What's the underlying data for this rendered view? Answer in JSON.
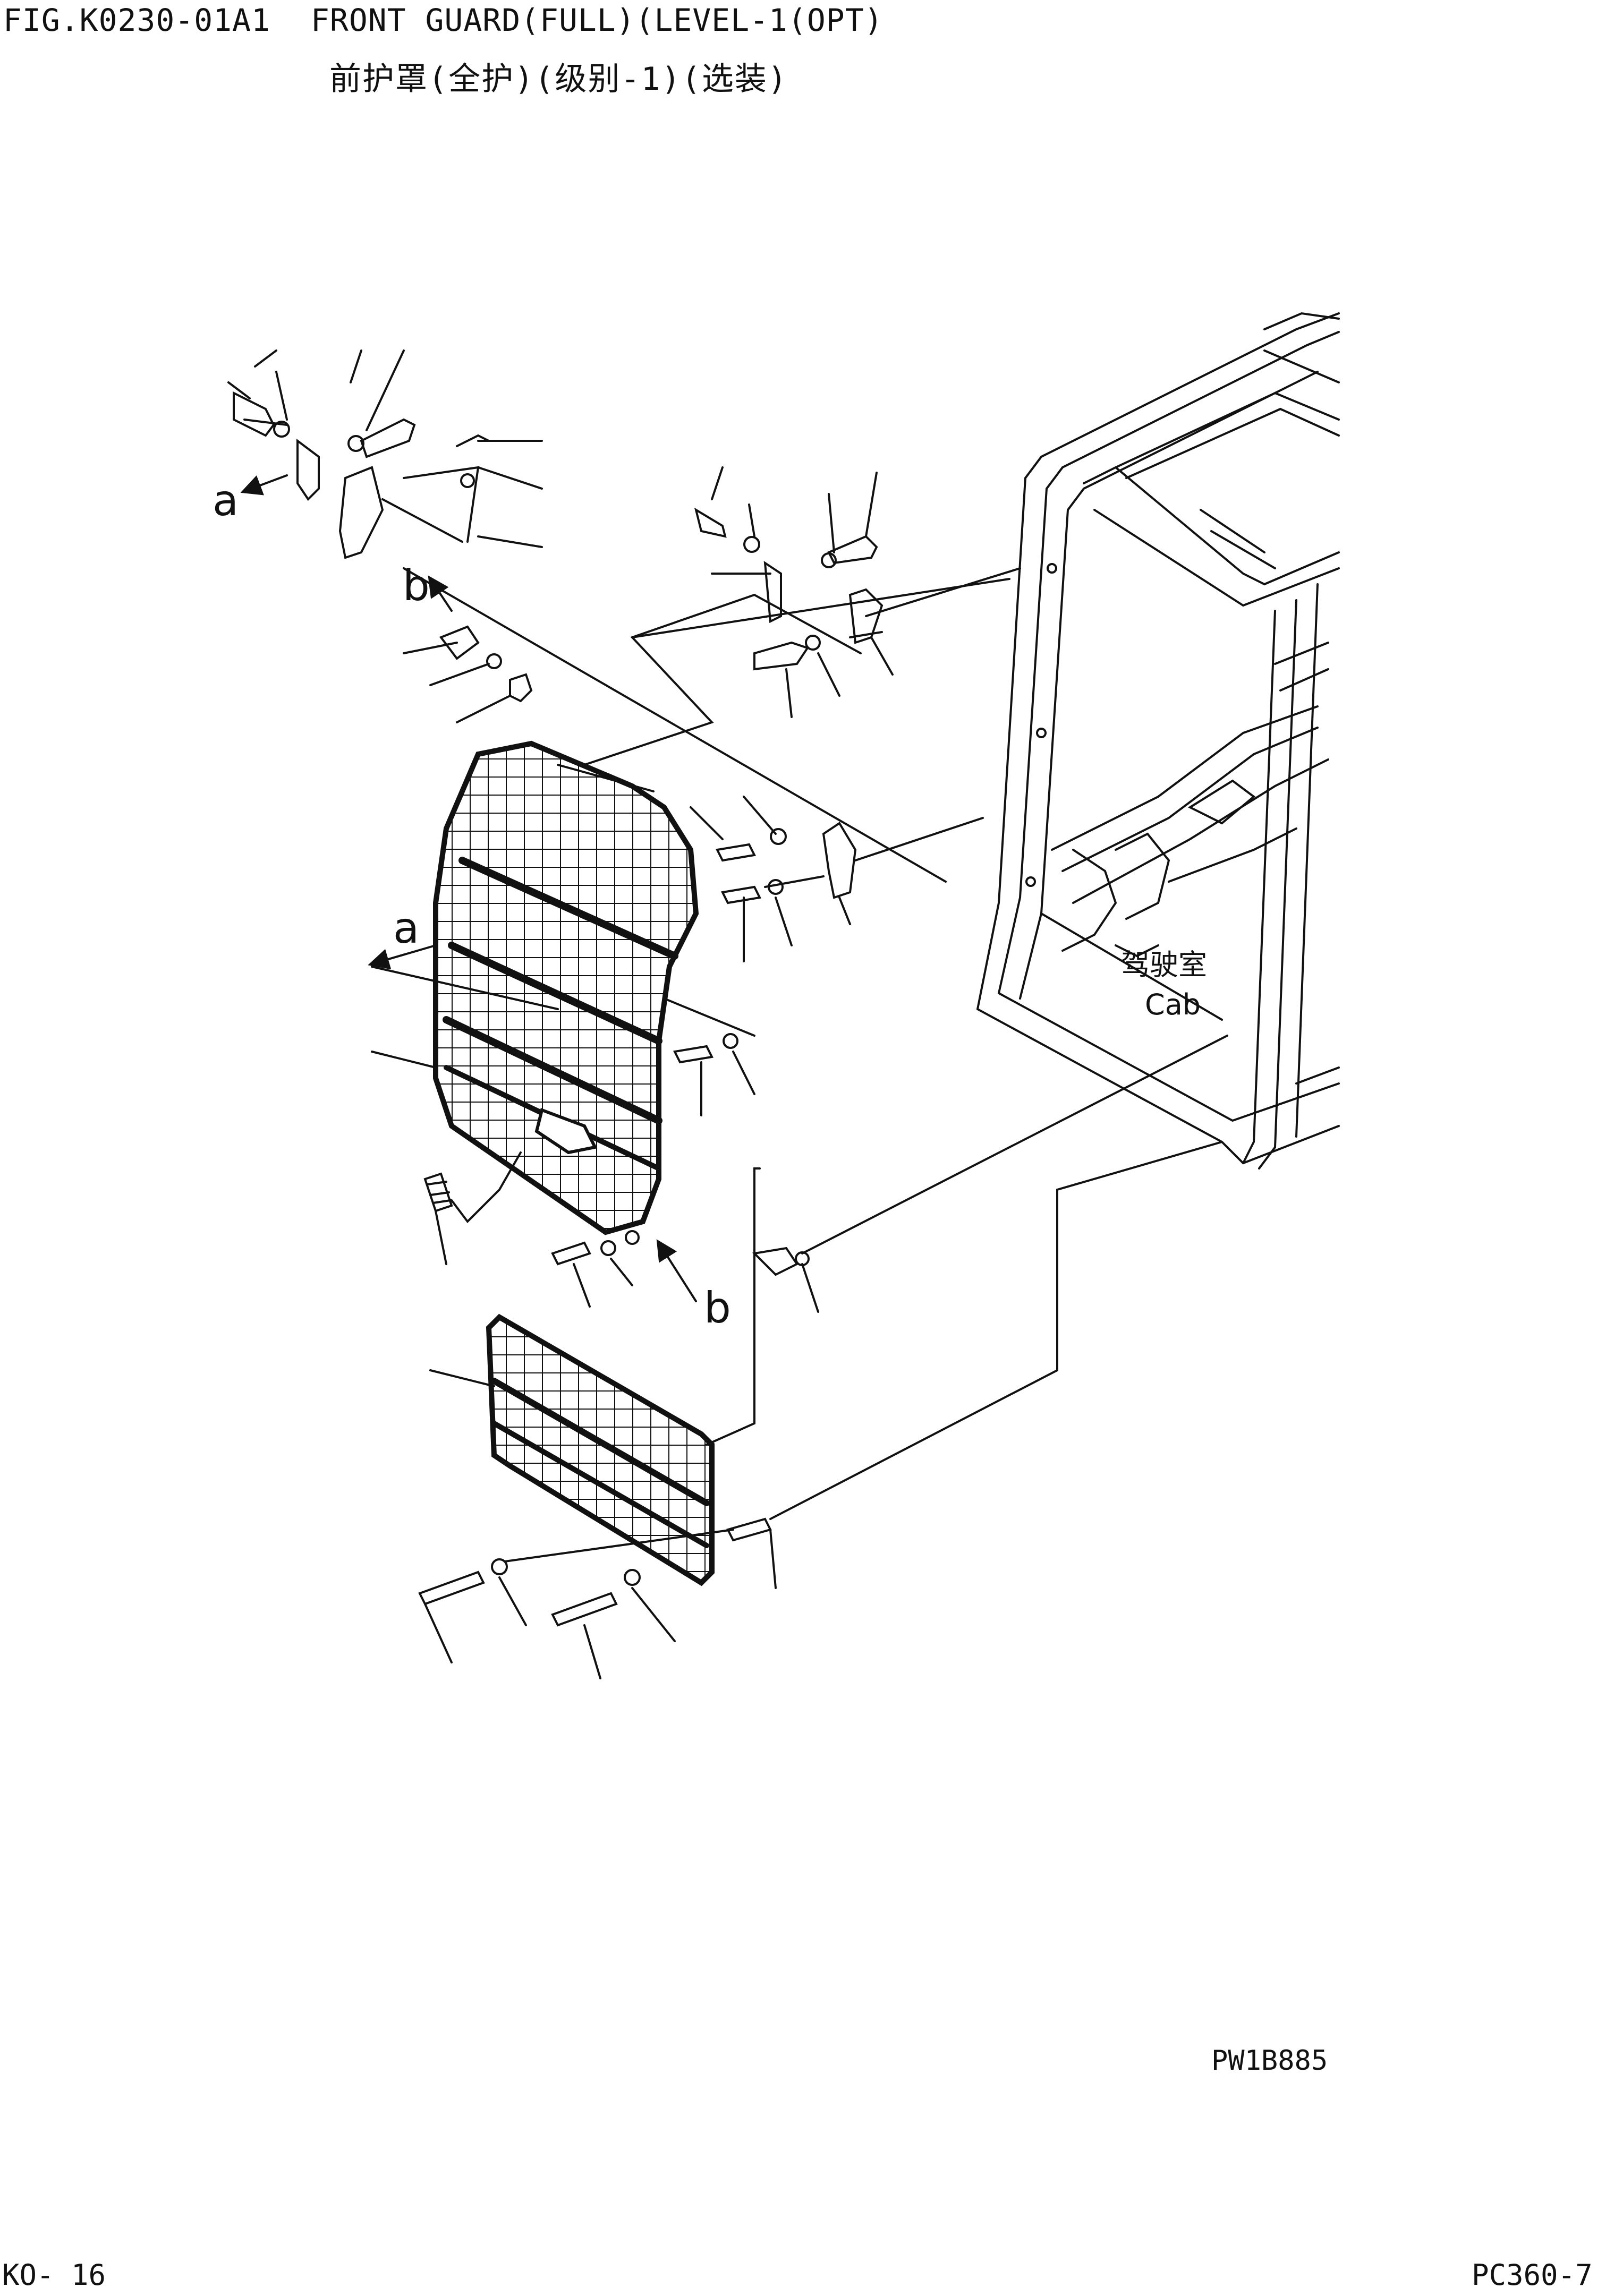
{
  "header": {
    "figure_code": "FIG.K0230-01A1",
    "title_en": "FRONT GUARD(FULL)(LEVEL-1(OPT)",
    "title_cn": "前护罩(全护)(级别-1)(选装)"
  },
  "diagram": {
    "view_labels": [
      "a",
      "b",
      "a",
      "b"
    ],
    "cab_label_cn": "驾驶室",
    "cab_label_en": "Cab",
    "drawing_number": "PW1B885"
  },
  "footer": {
    "page": "KO- 16",
    "model": "PC360-7"
  },
  "colors": {
    "ink": "#111111",
    "paper": "#ffffff"
  }
}
